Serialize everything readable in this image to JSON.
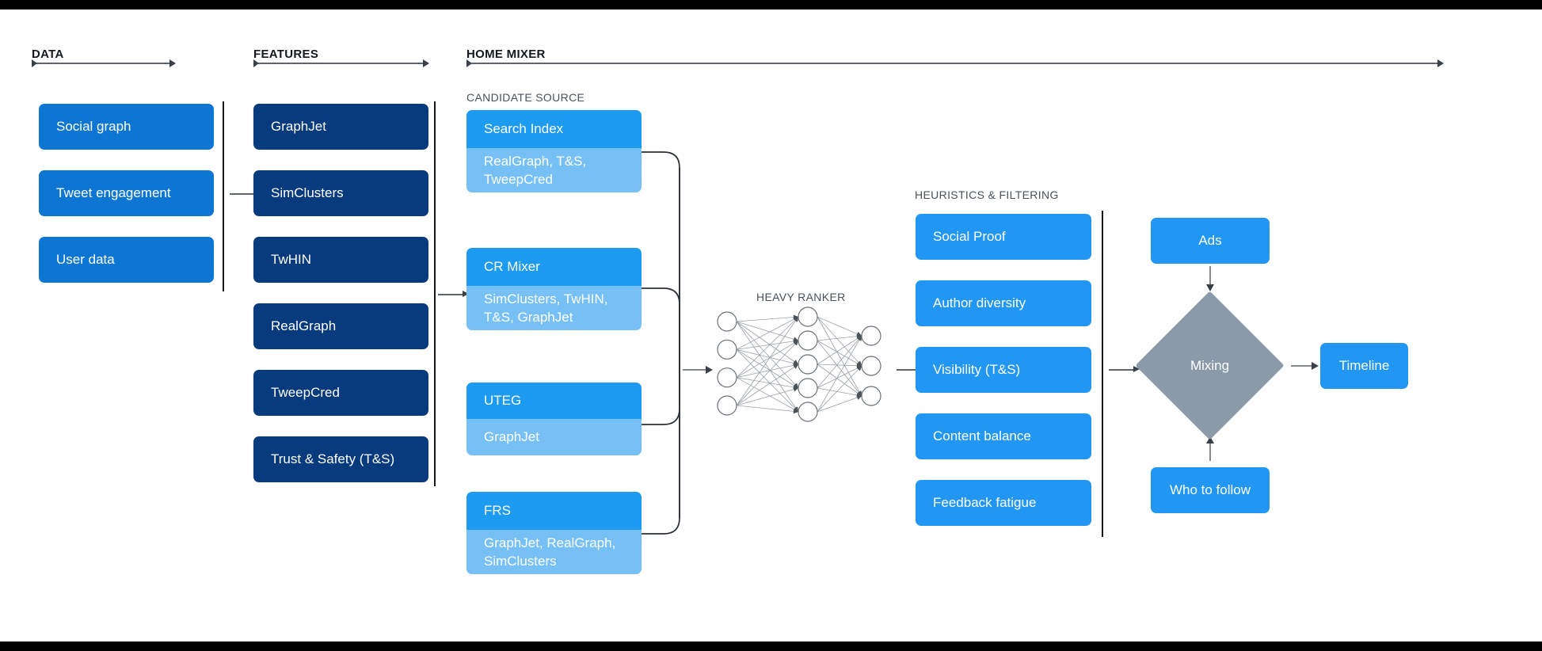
{
  "sections": {
    "data": {
      "title": "DATA"
    },
    "features": {
      "title": "FEATURES"
    },
    "home_mixer": {
      "title": "HOME MIXER"
    },
    "candidate_source": {
      "title": "CANDIDATE SOURCE"
    },
    "heavy_ranker": {
      "title": "HEAVY RANKER"
    },
    "heuristics": {
      "title": "HEURISTICS & FILTERING"
    }
  },
  "data_boxes": [
    {
      "label": "Social graph"
    },
    {
      "label": "Tweet engagement"
    },
    {
      "label": "User data"
    }
  ],
  "feature_boxes": [
    {
      "label": "GraphJet"
    },
    {
      "label": "SimClusters"
    },
    {
      "label": "TwHIN"
    },
    {
      "label": "RealGraph"
    },
    {
      "label": "TweepCred"
    },
    {
      "label": "Trust & Safety (T&S)"
    }
  ],
  "candidate_sources": [
    {
      "title": "Search Index",
      "body": "RealGraph, T&S, TweepCred"
    },
    {
      "title": "CR Mixer",
      "body": "SimClusters, TwHIN, T&S, GraphJet"
    },
    {
      "title": "UTEG",
      "body": "GraphJet"
    },
    {
      "title": "FRS",
      "body": "GraphJet, RealGraph, SimClusters"
    }
  ],
  "heuristic_boxes": [
    {
      "label": "Social Proof"
    },
    {
      "label": "Author diversity"
    },
    {
      "label": "Visibility (T&S)"
    },
    {
      "label": "Content balance"
    },
    {
      "label": "Feedback fatigue"
    }
  ],
  "mixing": {
    "ads_label": "Ads",
    "diamond_label": "Mixing",
    "who_to_follow_label": "Who to follow",
    "timeline_label": "Timeline"
  },
  "neural_net": {
    "input_nodes": 4,
    "hidden_nodes": 5,
    "output_nodes": 3
  },
  "colors": {
    "data_blue": "#0d76d3",
    "feature_navy": "#083a7e",
    "candidate_header_blue": "#1d9bf0",
    "candidate_body_blue": "#76c0f5",
    "heuristic_blue": "#2196f3",
    "mixing_gray": "#8b9aa9",
    "line_gray": "#5d646b",
    "letterbox": "#000000"
  }
}
